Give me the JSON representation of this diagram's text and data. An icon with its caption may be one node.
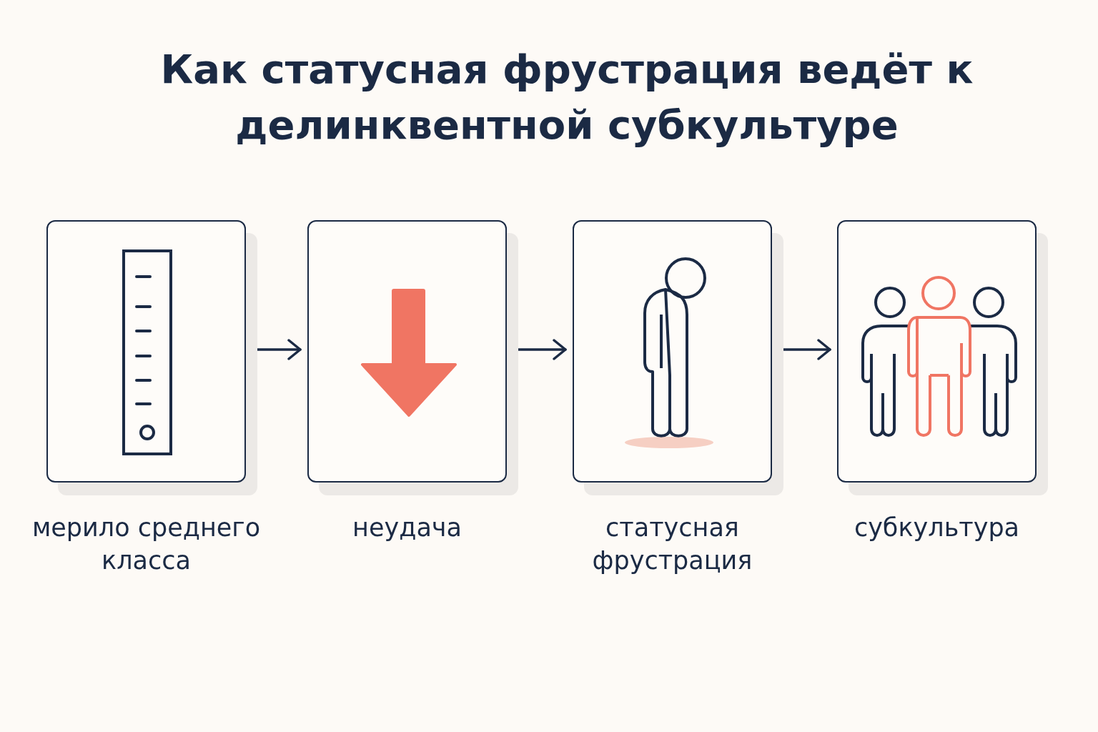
{
  "diagram": {
    "title": "Как статусная фрустрация ведёт к делинквентной субкультуре",
    "nodes": [
      {
        "text": [
          "мерило среднего класса"
        ]
      },
      {
        "text": [
          "неудача"
        ]
      },
      {
        "text": [
          "статусная фрустрация"
        ]
      },
      {
        "text": [
          "субкультура"
        ]
      }
    ],
    "edges": [
      {
        "from": 0,
        "to": 1,
        "arrow": "to"
      },
      {
        "from": 1,
        "to": 2,
        "arrow": "to"
      },
      {
        "from": 2,
        "to": 3,
        "arrow": "to"
      }
    ]
  }
}
